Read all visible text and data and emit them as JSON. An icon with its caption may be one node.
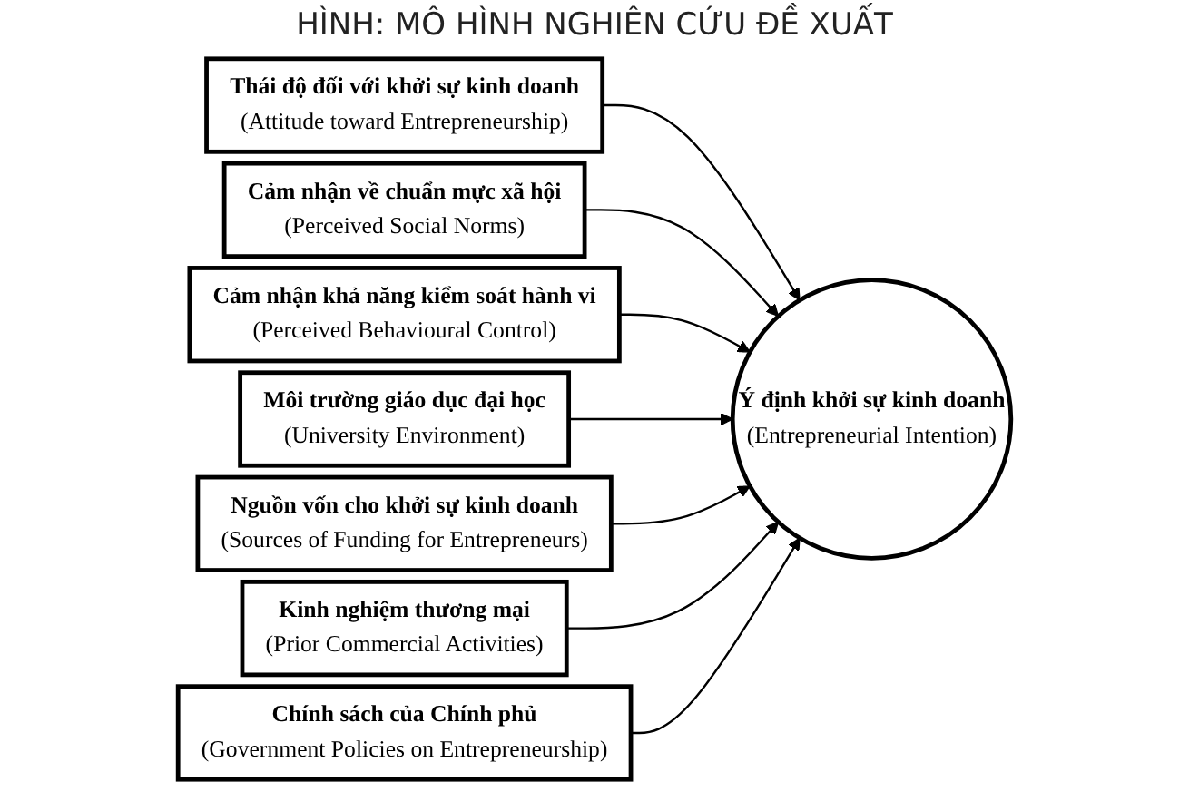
{
  "diagram": {
    "title": "HÌNH: MÔ HÌNH NGHIÊN CỨU ĐỀ XUẤT",
    "nodes": [
      {
        "text": [
          "Thái độ đối với khởi sự kinh doanh",
          "(Attitude toward Entrepreneurship)"
        ]
      },
      {
        "text": [
          "Cảm nhận về chuẩn mực xã hội",
          "(Perceived Social Norms)"
        ]
      },
      {
        "text": [
          "Cảm nhận khả năng kiểm soát hành vi",
          "(Perceived Behavioural Control)"
        ]
      },
      {
        "text": [
          "Môi trường giáo dục đại học",
          "(University Environment)"
        ]
      },
      {
        "text": [
          "Nguồn vốn cho khởi sự kinh doanh",
          "(Sources of Funding for Entrepreneurs)"
        ]
      },
      {
        "text": [
          "Kinh nghiệm thương mại",
          "(Prior Commercial Activities)"
        ]
      },
      {
        "text": [
          "Chính sách của Chính phủ",
          "(Government Policies on Entrepreneurship)"
        ]
      },
      {
        "text": [
          "Ý định khởi sự kinh doanh",
          "(Entrepreneurial Intention)"
        ]
      }
    ],
    "edges": [
      {
        "from": 0,
        "to": 7,
        "arrow": "to"
      },
      {
        "from": 1,
        "to": 7,
        "arrow": "to"
      },
      {
        "from": 2,
        "to": 7,
        "arrow": "to"
      },
      {
        "from": 3,
        "to": 7,
        "arrow": "to"
      },
      {
        "from": 4,
        "to": 7,
        "arrow": "to"
      },
      {
        "from": 5,
        "to": 7,
        "arrow": "to"
      },
      {
        "from": 6,
        "to": 7,
        "arrow": "to"
      }
    ]
  }
}
